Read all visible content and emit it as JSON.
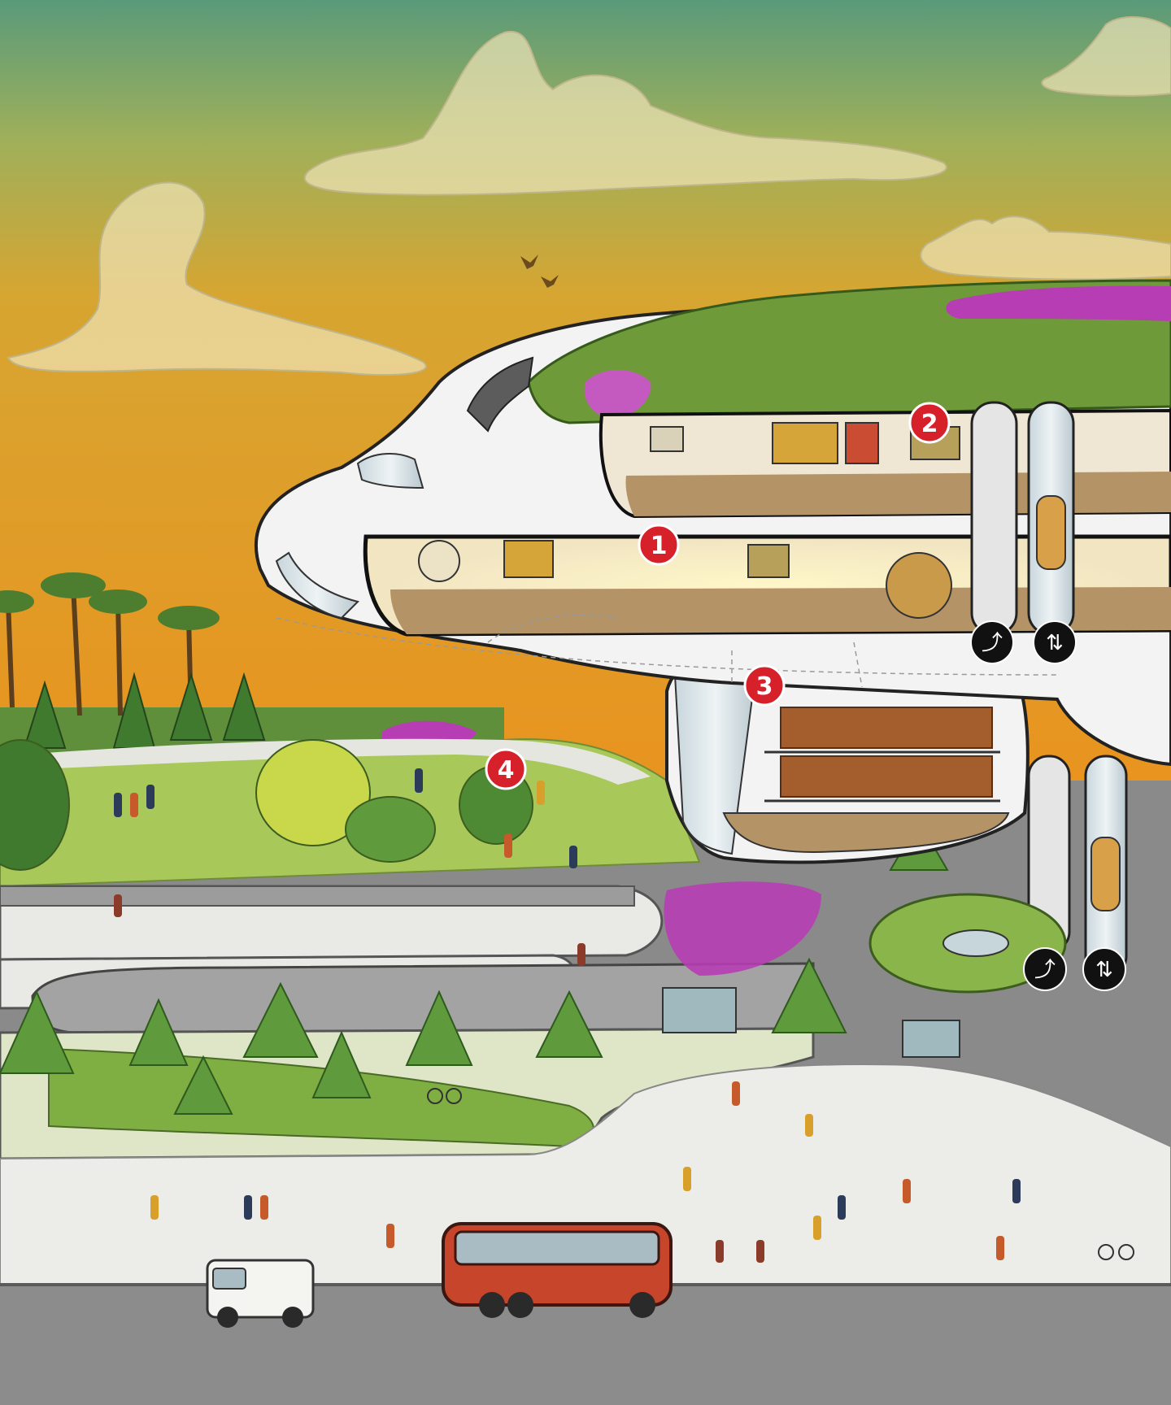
{
  "illustration": {
    "markers": [
      {
        "label": "1"
      },
      {
        "label": "2"
      },
      {
        "label": "3"
      },
      {
        "label": "4"
      }
    ],
    "signs": [
      {
        "icon": "stairs-icon",
        "glyph": "⤴"
      },
      {
        "icon": "elevator-icon",
        "glyph": "⇅"
      },
      {
        "icon": "stairs-icon",
        "glyph": "⤴"
      },
      {
        "icon": "elevator-icon",
        "glyph": "⇅"
      }
    ],
    "colors": {
      "sky_top": "#5a9a7a",
      "sky_mid": "#d7a531",
      "sky_bottom": "#e8941f",
      "roof_green": "#6f9a3a",
      "roof_flowers": "#b63db4",
      "building": "#f3f3f3",
      "interior_floor": "#b49367",
      "interior_wall": "#efe7d4",
      "library_shelves": "#a45e2e",
      "lawn": "#a8c95a",
      "plaza": "#e9e9e6",
      "ramp_wall": "#9c9c9c",
      "road": "#8c8c8c",
      "bus": "#c6452b",
      "van": "#f4f4f0",
      "marker_red": "#d6202a",
      "sign_black": "#111111"
    }
  }
}
